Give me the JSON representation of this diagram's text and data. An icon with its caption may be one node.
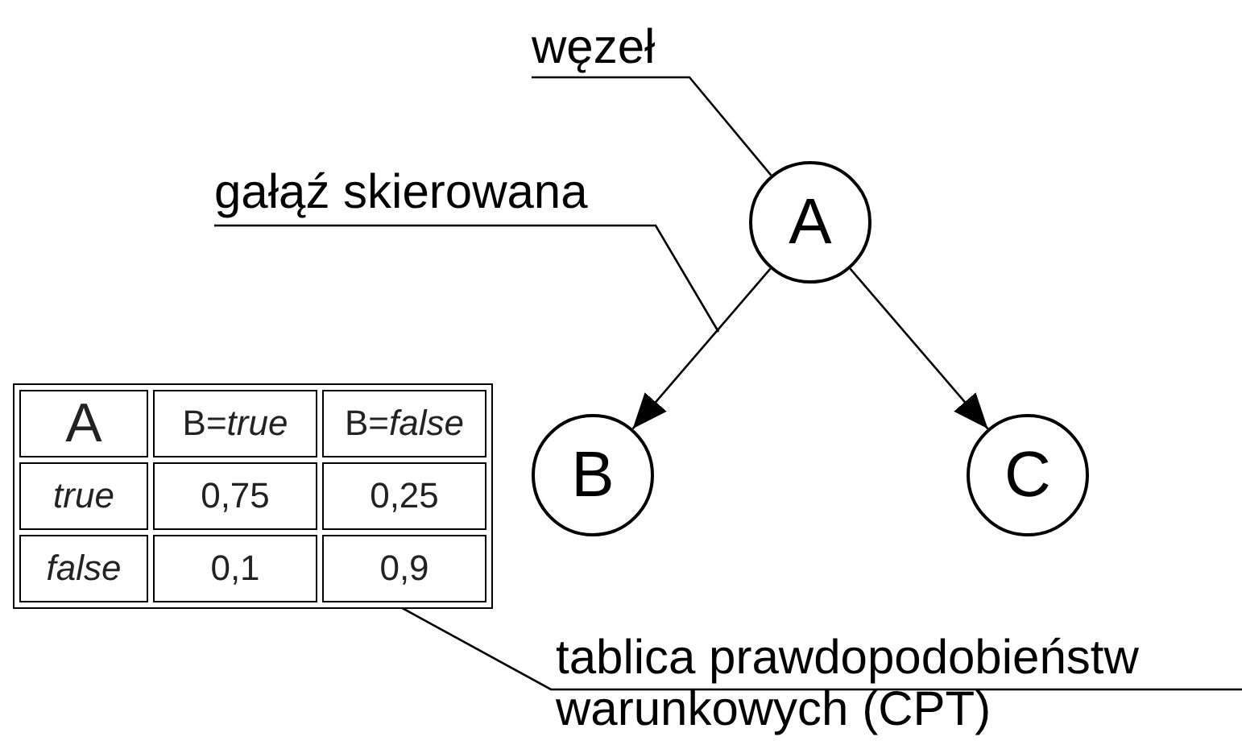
{
  "diagram": {
    "nodes": [
      {
        "text": [
          "węzeł"
        ]
      },
      {
        "text": [
          "gałąź skierowana"
        ]
      },
      {
        "text": [
          "A"
        ]
      },
      {
        "text": [
          "B"
        ]
      },
      {
        "text": [
          "C"
        ]
      },
      {
        "text": [],
        "shape": "table"
      },
      {
        "text": [
          "tablica prawdopodobieństw warunkowych (CPT)"
        ]
      }
    ],
    "edges": [
      {
        "from": 0,
        "to": 2,
        "arrow": "none"
      },
      {
        "from": 1,
        "to": null,
        "arrow": "none"
      },
      {
        "from": 2,
        "to": 3,
        "arrow": "to"
      },
      {
        "from": 2,
        "to": 4,
        "arrow": "to"
      },
      {
        "from": 6,
        "to": 5,
        "arrow": "none"
      }
    ],
    "labels": [
      "A",
      "B=*true*",
      "B=*false*",
      "true",
      "0,75",
      "0,25",
      "false",
      "0,1",
      "0,9"
    ]
  }
}
